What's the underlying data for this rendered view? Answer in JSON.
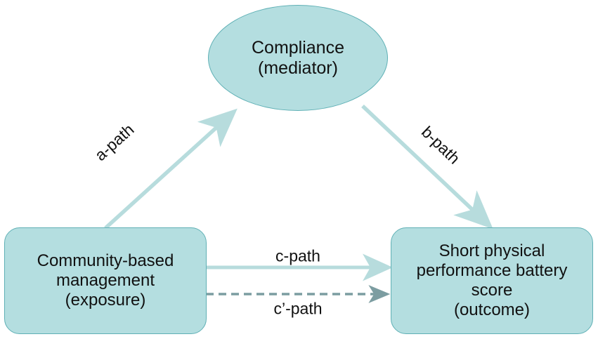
{
  "diagram": {
    "type": "mediation-model",
    "background_color": "#ffffff",
    "node_fill_color": "#b4dee0",
    "node_border_color": "#5fb0b5",
    "solid_path_color": "#b7dcdd",
    "dashed_path_color": "#7c9da1",
    "text_color": "#111111",
    "nodes": [
      {
        "id": "mediator",
        "shape": "ellipse",
        "text": "Compliance\n(mediator)",
        "role": "mediator"
      },
      {
        "id": "exposure",
        "shape": "rounded-rectangle",
        "text": "Community-based\nmanagement\n(exposure)",
        "role": "exposure"
      },
      {
        "id": "outcome",
        "shape": "rounded-rectangle",
        "text": "Short physical\nperformance battery\nscore\n(outcome)",
        "role": "outcome"
      }
    ],
    "paths": [
      {
        "id": "a-path",
        "label": "a-path",
        "from": "exposure",
        "to": "mediator",
        "style": "solid",
        "color": "#b7dcdd"
      },
      {
        "id": "b-path",
        "label": "b-path",
        "from": "mediator",
        "to": "outcome",
        "style": "solid",
        "color": "#b7dcdd"
      },
      {
        "id": "c-path",
        "label": "c-path",
        "from": "exposure",
        "to": "outcome",
        "style": "solid",
        "color": "#b7dcdd"
      },
      {
        "id": "c-prime-path",
        "label": "c’-path",
        "from": "exposure",
        "to": "outcome",
        "style": "dashed",
        "color": "#7c9da1"
      }
    ]
  }
}
